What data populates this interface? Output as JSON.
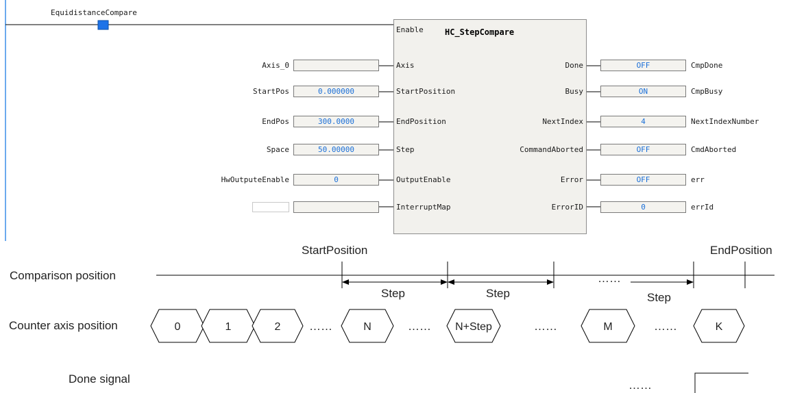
{
  "ladder": {
    "contact_label": "EquidistanceCompare",
    "fb_title": "HC_StepCompare",
    "enable_pin": "Enable",
    "inputs": [
      {
        "pin": "Axis",
        "variable": "Axis_0",
        "value": ""
      },
      {
        "pin": "StartPosition",
        "variable": "StartPos",
        "value": "0.000000"
      },
      {
        "pin": "EndPosition",
        "variable": "EndPos",
        "value": "300.0000"
      },
      {
        "pin": "Step",
        "variable": "Space",
        "value": "50.00000"
      },
      {
        "pin": "OutputEnable",
        "variable": "HwOutputeEnable",
        "value": "0"
      },
      {
        "pin": "InterruptMap",
        "variable": "",
        "value": ""
      }
    ],
    "outputs": [
      {
        "pin": "Done",
        "value": "OFF",
        "variable": "CmpDone"
      },
      {
        "pin": "Busy",
        "value": "ON",
        "variable": "CmpBusy"
      },
      {
        "pin": "NextIndex",
        "value": "4",
        "variable": "NextIndexNumber"
      },
      {
        "pin": "CommandAborted",
        "value": "OFF",
        "variable": "CmdAborted"
      },
      {
        "pin": "Error",
        "value": "OFF",
        "variable": "err"
      },
      {
        "pin": "ErrorID",
        "value": "0",
        "variable": "errId"
      }
    ],
    "colors": {
      "value_text": "#1a6fd8",
      "contact": "#1e73e8",
      "rail": "#3b8ee8"
    }
  },
  "timing": {
    "row_labels": {
      "comparison": "Comparison position",
      "counter": "Counter axis position",
      "done": "Done signal"
    },
    "top_labels": {
      "start": "StartPosition",
      "end": "EndPosition"
    },
    "step_label": "Step",
    "ellipsis": "……",
    "hexagons": [
      "0",
      "1",
      "2",
      "N",
      "N+Step",
      "M",
      "K"
    ]
  }
}
